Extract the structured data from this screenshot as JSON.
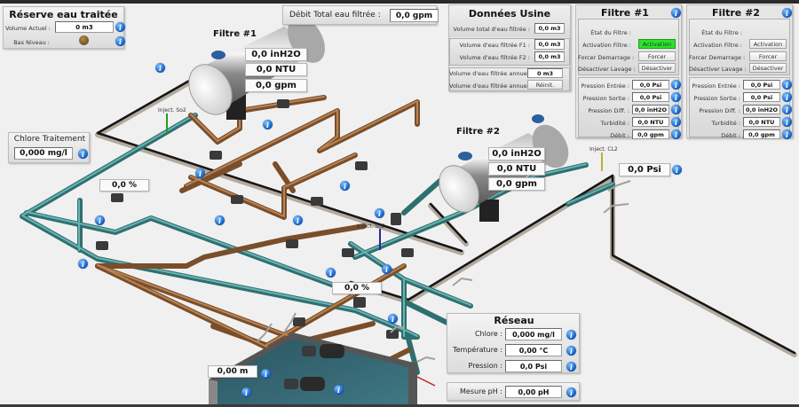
{
  "reserve": {
    "title": "Réserve eau traitée",
    "volume_label": "Volume Actuel :",
    "volume_value": "0 m3",
    "low_level_label": "Bas Niveau :"
  },
  "total_flow": {
    "label": "Débit Total eau filtrée :",
    "value": "0,0 gpm"
  },
  "plant": {
    "title": "Données Usine",
    "total_volume_label": "Volume total d'eau filtrée :",
    "total_volume_value": "0,0 m3",
    "f1_volume_label": "Volume d'eau filtrée F1 :",
    "f1_volume_value": "0,0 m3",
    "f2_volume_label": "Volume d'eau filtrée F2 :",
    "f2_volume_value": "0,0 m3",
    "annual_label": "Volume d'eau filtrée annuel :",
    "annual_value": "0 m3",
    "annual_reset_label": "Volume d'eau filtrée annuel :",
    "reset_button": "Réinit."
  },
  "filter_panels": [
    {
      "title": "Filtre #1",
      "state_label": "État du Filtre :",
      "activation_label": "Activation Filtre :",
      "activation_button": "Activation",
      "activation_active": true,
      "force_label": "Forcer Demarrage :",
      "force_button": "Forcer",
      "wash_label": "Désactiver Lavage :",
      "wash_button": "Désactiver",
      "readings": [
        {
          "label": "Pression Entrée :",
          "value": "0,0 Psi"
        },
        {
          "label": "Pression Sortie :",
          "value": "0,0 Psi"
        },
        {
          "label": "Pression Diff. :",
          "value": "0,0 inH2O"
        },
        {
          "label": "Turbidité :",
          "value": "0,0 NTU"
        },
        {
          "label": "Débit :",
          "value": "0,0 gpm"
        }
      ]
    },
    {
      "title": "Filtre #2",
      "state_label": "État du Filtre :",
      "activation_label": "Activation Filtre :",
      "activation_button": "Activation",
      "activation_active": false,
      "force_label": "Forcer Demarrage :",
      "force_button": "Forcer",
      "wash_label": "Désactiver Lavage :",
      "wash_button": "Désactiver",
      "readings": [
        {
          "label": "Pression Entrée :",
          "value": "0,0 Psi"
        },
        {
          "label": "Pression Sortie :",
          "value": "0,0 Psi"
        },
        {
          "label": "Pression Diff. :",
          "value": "0,0 inH2O"
        },
        {
          "label": "Turbidité :",
          "value": "0,0 NTU"
        },
        {
          "label": "Débit :",
          "value": "0,0 gpm"
        }
      ]
    }
  ],
  "chlorine_treatment": {
    "title": "Chlore Traitement",
    "value": "0,000 mg/l"
  },
  "tank1": {
    "label": "Filtre #1",
    "diff_pressure": "0,0 inH2O",
    "turbidity": "0,0 NTU",
    "flow": "0,0 gpm"
  },
  "tank2": {
    "label": "Filtre #2",
    "diff_pressure": "0,0 inH2O",
    "turbidity": "0,0 NTU",
    "flow": "0,0 gpm"
  },
  "injections": {
    "so2_top": "Inject. So2",
    "so2_mid": "Inject. So2",
    "cl2": "Inject. CL2"
  },
  "pump_percent_left": "0,0 %",
  "pump_percent_mid": "0,0 %",
  "network_pressure_top": "0,0 Psi",
  "reservoir_level": "0,00 m",
  "network": {
    "title": "Réseau",
    "chlorine_label": "Chlore :",
    "chlorine_value": "0,000 mg/l",
    "temp_label": "Température :",
    "temp_value": "0,00 °C",
    "pressure_label": "Pression :",
    "pressure_value": "0,0 Psi"
  },
  "ph": {
    "label": "Mesure pH :",
    "value": "0,00 pH"
  },
  "colors": {
    "activation_green": "#2fe12f",
    "info_blue": "#1560c8",
    "pipe_teal": "#3d8c8c",
    "pipe_copper": "#9a6a40",
    "pipe_black": "#1a1a1a",
    "pipe_sleeve": "#b0a89e",
    "water": "#2e5a66",
    "tank_lid": "#2b5f9e"
  }
}
